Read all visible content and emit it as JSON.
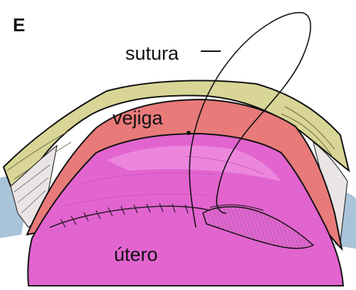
{
  "figure": {
    "panel_letter": "E",
    "labels": {
      "sutura": "sutura",
      "vejiga": "vejiga",
      "utero": "útero"
    },
    "colors": {
      "bladder": "#e87a7a",
      "uterus": "#e264cf",
      "uterus_highlight": "#ef8fe0",
      "peritoneum": "#d8d596",
      "background_tissue": "#a9c3d8",
      "outline": "#111111"
    }
  }
}
